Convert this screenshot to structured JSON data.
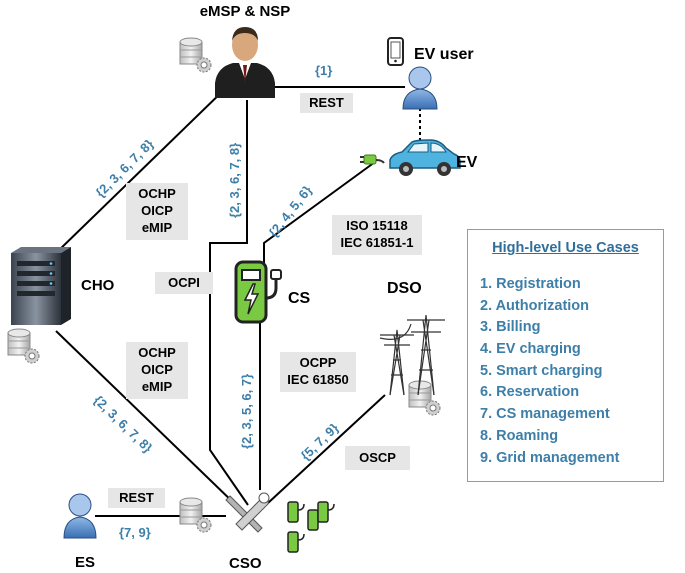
{
  "nodes": {
    "emsp": "eMSP & NSP",
    "ev_user": "EV user",
    "ev": "EV",
    "cho": "CHO",
    "cs": "CS",
    "dso": "DSO",
    "es": "ES",
    "cso": "CSO"
  },
  "edge_labels": {
    "emsp_evuser": "{1}",
    "emsp_cho": "{2, 3, 6, 7, 8}",
    "emsp_cso": "{2, 3, 6, 7, 8}",
    "ev_cs": "{2, 4, 5, 6}",
    "cs_cso": "{2, 3, 5, 6, 7}",
    "cho_cso": "{2, 3, 6, 7, 8}",
    "dso_cso": "{5, 7, 9}",
    "es_cso": "{7, 9}"
  },
  "protocols": {
    "rest_top": "REST",
    "cho_emsp": [
      "OCHP",
      "OICP",
      "eMIP"
    ],
    "ocpi": "OCPI",
    "iso": [
      "ISO 15118",
      "IEC 61851-1"
    ],
    "cho_cso": [
      "OCHP",
      "OICP",
      "eMIP"
    ],
    "ocpp": [
      "OCPP",
      "IEC 61850"
    ],
    "oscp": "OSCP",
    "rest_bottom": "REST"
  },
  "use_cases": {
    "title": "High-level Use Cases",
    "items": [
      "1. Registration",
      "2. Authorization",
      "3. Billing",
      "4. EV charging",
      "5. Smart charging",
      "6. Reservation",
      "7. CS management",
      "8. Roaming",
      "9. Grid management"
    ]
  },
  "colors": {
    "edge_label": "#3d7fa9",
    "box_bg": "#e6e6e6",
    "panel_border": "#6ea8c9",
    "cs_green": "#7ac943",
    "ev_blue": "#4fb3e0"
  },
  "icons": [
    "database-icon",
    "manager-icon",
    "phone-icon",
    "user-icon",
    "car-icon",
    "server-icon",
    "charger-icon",
    "pylon-icon",
    "tools-icon"
  ]
}
